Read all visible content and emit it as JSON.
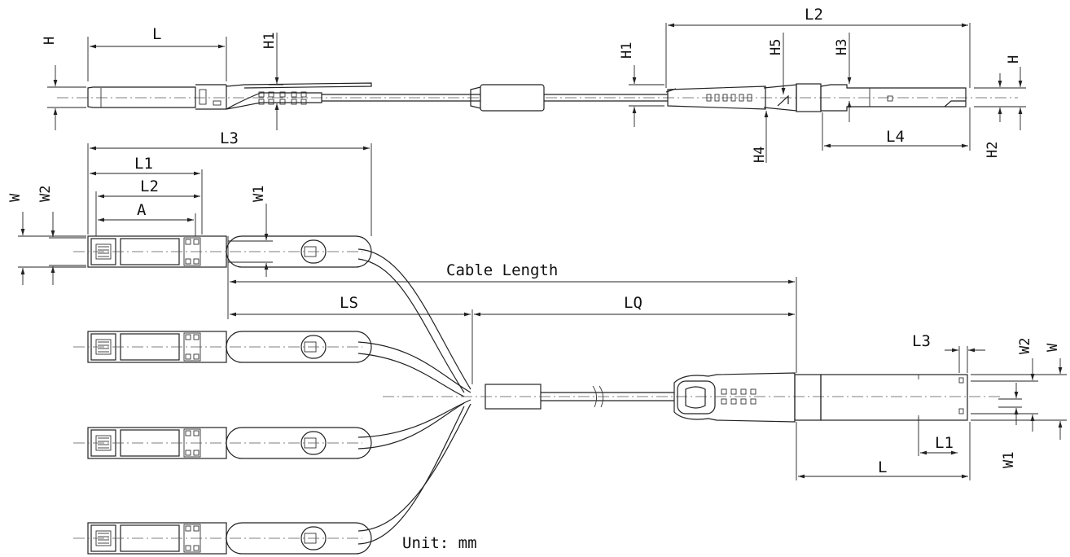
{
  "labels": {
    "top_H_left": "H",
    "top_L": "L",
    "top_H1_left": "H1",
    "top_H1_right": "H1",
    "top_L2": "L2",
    "top_H5": "H5",
    "top_H3": "H3",
    "top_H_right": "H",
    "top_H4": "H4",
    "top_L4": "L4",
    "top_H2": "H2",
    "sfp_L3": "L3",
    "sfp_L1": "L1",
    "sfp_L2": "L2",
    "sfp_A": "A",
    "sfp_W": "W",
    "sfp_W2": "W2",
    "sfp_W1": "W1",
    "cable_length": "Cable Length",
    "ls": "LS",
    "lq": "LQ",
    "qsfp_L3": "L3",
    "qsfp_W2": "W2",
    "qsfp_W": "W",
    "qsfp_L1": "L1",
    "qsfp_W1": "W1",
    "qsfp_L": "L",
    "unit": "Unit: mm"
  }
}
